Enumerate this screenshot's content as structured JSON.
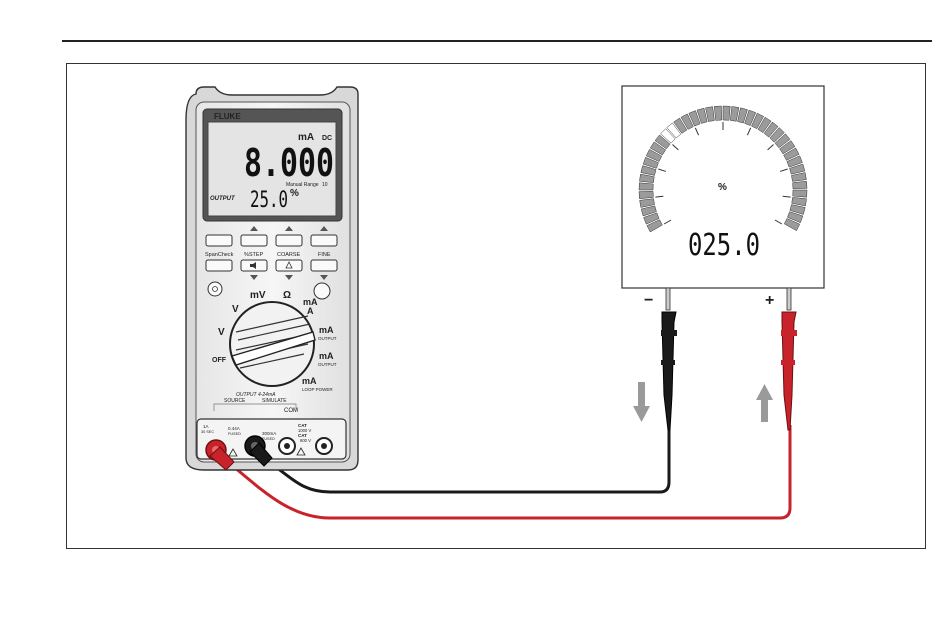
{
  "meter": {
    "brand": "FLUKE",
    "primary_unit": "mA",
    "primary_mode": "DC",
    "primary_value": "8.000",
    "range_note": "Manual Range",
    "range_num": "10",
    "output_label": "OUTPUT",
    "secondary_value": "25.0",
    "secondary_unit": "%",
    "buttons_row2": [
      "SpanCheck",
      "%STEP",
      "COARSE",
      "FINE"
    ],
    "dial": {
      "off": "OFF",
      "v_ac": "V",
      "v_dc": "V",
      "mv": "mV",
      "ohm": "Ω",
      "ma_a": "mA",
      "a": "A",
      "ma_output": "mA",
      "output": "OUTPUT",
      "ma_output2": "mA",
      "output2": "OUTPUT",
      "ma_loop": "mA",
      "loop_power": "LOOP POWER",
      "output_range": "OUTPUT 4-24mA",
      "source": "SOURCE",
      "simulate": "SIMULATE",
      "com": "COM"
    },
    "jacks": {
      "j1": "1A",
      "j1b": "30 SEC",
      "j2": "0.44A",
      "j2b": "FUSED",
      "j3": "300mA",
      "j3b": "FUSED",
      "cat1": "CAT",
      "cat2": "1000 V",
      "cat3": "CAT",
      "cat4": "600 V"
    }
  },
  "display": {
    "unit": "%",
    "value": "025.0"
  },
  "terminals": {
    "negative": "−",
    "positive": "+"
  },
  "colors": {
    "red_lead": "#c8232b",
    "black_lead": "#1a1a1a",
    "arrow_gray": "#9a9a9a"
  }
}
